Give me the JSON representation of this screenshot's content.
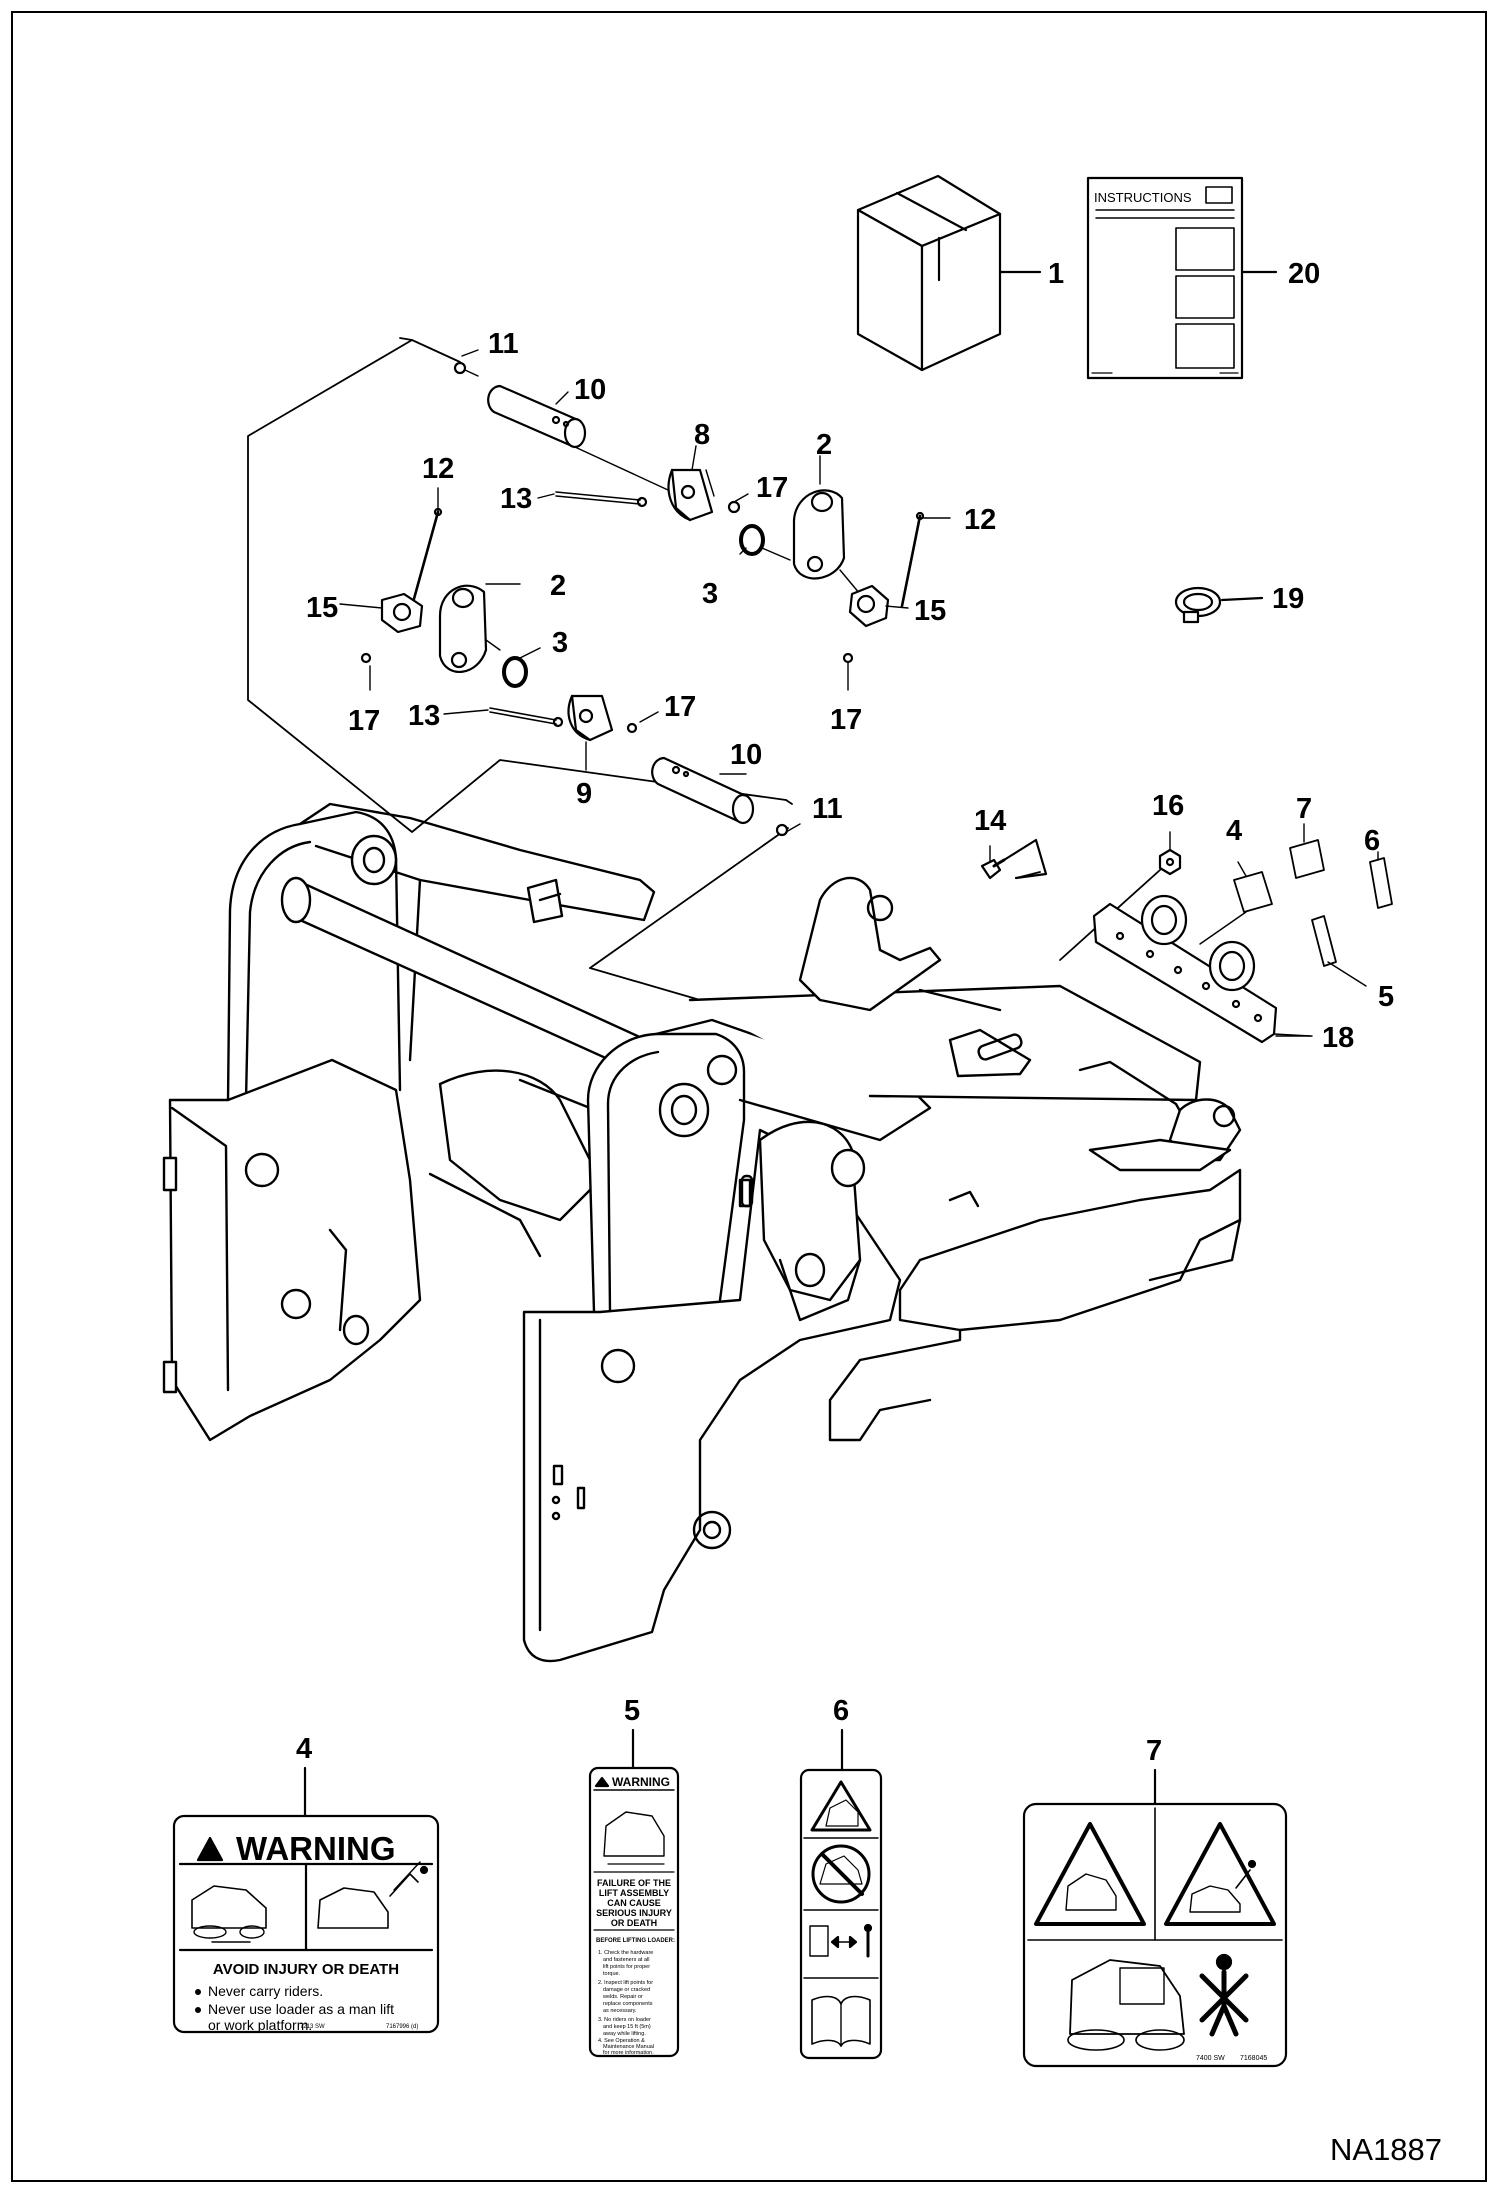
{
  "figure_code": "NA1887",
  "callouts": [
    {
      "id": "c1",
      "text": "1"
    },
    {
      "id": "c20",
      "text": "20"
    },
    {
      "id": "c11a",
      "text": "11"
    },
    {
      "id": "c10a",
      "text": "10"
    },
    {
      "id": "c8",
      "text": "8"
    },
    {
      "id": "c2a",
      "text": "2"
    },
    {
      "id": "c12a",
      "text": "12"
    },
    {
      "id": "c13a",
      "text": "13"
    },
    {
      "id": "c17a",
      "text": "17"
    },
    {
      "id": "c12b",
      "text": "12"
    },
    {
      "id": "c3a",
      "text": "3"
    },
    {
      "id": "c15a",
      "text": "15"
    },
    {
      "id": "c2b",
      "text": "2"
    },
    {
      "id": "c15b",
      "text": "15"
    },
    {
      "id": "c19",
      "text": "19"
    },
    {
      "id": "c3b",
      "text": "3"
    },
    {
      "id": "c17b",
      "text": "17"
    },
    {
      "id": "c13b",
      "text": "13"
    },
    {
      "id": "c17c",
      "text": "17"
    },
    {
      "id": "c17d",
      "text": "17"
    },
    {
      "id": "c10b",
      "text": "10"
    },
    {
      "id": "c9",
      "text": "9"
    },
    {
      "id": "c11b",
      "text": "11"
    },
    {
      "id": "c14",
      "text": "14"
    },
    {
      "id": "c16",
      "text": "16"
    },
    {
      "id": "c4",
      "text": "4"
    },
    {
      "id": "c7",
      "text": "7"
    },
    {
      "id": "c6",
      "text": "6"
    },
    {
      "id": "c5",
      "text": "5"
    },
    {
      "id": "c18",
      "text": "18"
    },
    {
      "id": "d4",
      "text": "4"
    },
    {
      "id": "d5",
      "text": "5"
    },
    {
      "id": "d6",
      "text": "6"
    },
    {
      "id": "d7",
      "text": "7"
    }
  ],
  "instructions_sheet": {
    "title": "INSTRUCTIONS"
  },
  "decal_4": {
    "header": "WARNING",
    "title": "AVOID INJURY OR DEATH",
    "bullets": [
      "Never carry riders.",
      "Never use loader as a man lift",
      "or work platform."
    ],
    "part_numbers": [
      "7213 SW",
      "7167996 (d)"
    ]
  },
  "decal_5": {
    "header": "WARNING",
    "title_lines": [
      "FAILURE OF THE",
      "LIFT ASSEMBLY",
      "CAN CAUSE",
      "SERIOUS INJURY",
      "OR DEATH"
    ],
    "subtitle": "BEFORE LIFTING LOADER:",
    "steps": [
      "1. Check the hardware",
      "and fasteners at all",
      "lift points for proper",
      "torque.",
      "2. Inspect lift points for",
      "damage or cracked",
      "welds. Repair or",
      "replace components",
      "as necessary.",
      "3. No riders on loader",
      "and keep 15 ft (5m)",
      "away while lifting.",
      "4. See Operation &",
      "Maintenance Manual",
      "for more information."
    ]
  },
  "decal_7": {
    "part_numbers": [
      "7400 SW",
      "7168045"
    ]
  },
  "colors": {
    "ink": "#000000",
    "paper": "#ffffff",
    "frame": "#000000"
  }
}
